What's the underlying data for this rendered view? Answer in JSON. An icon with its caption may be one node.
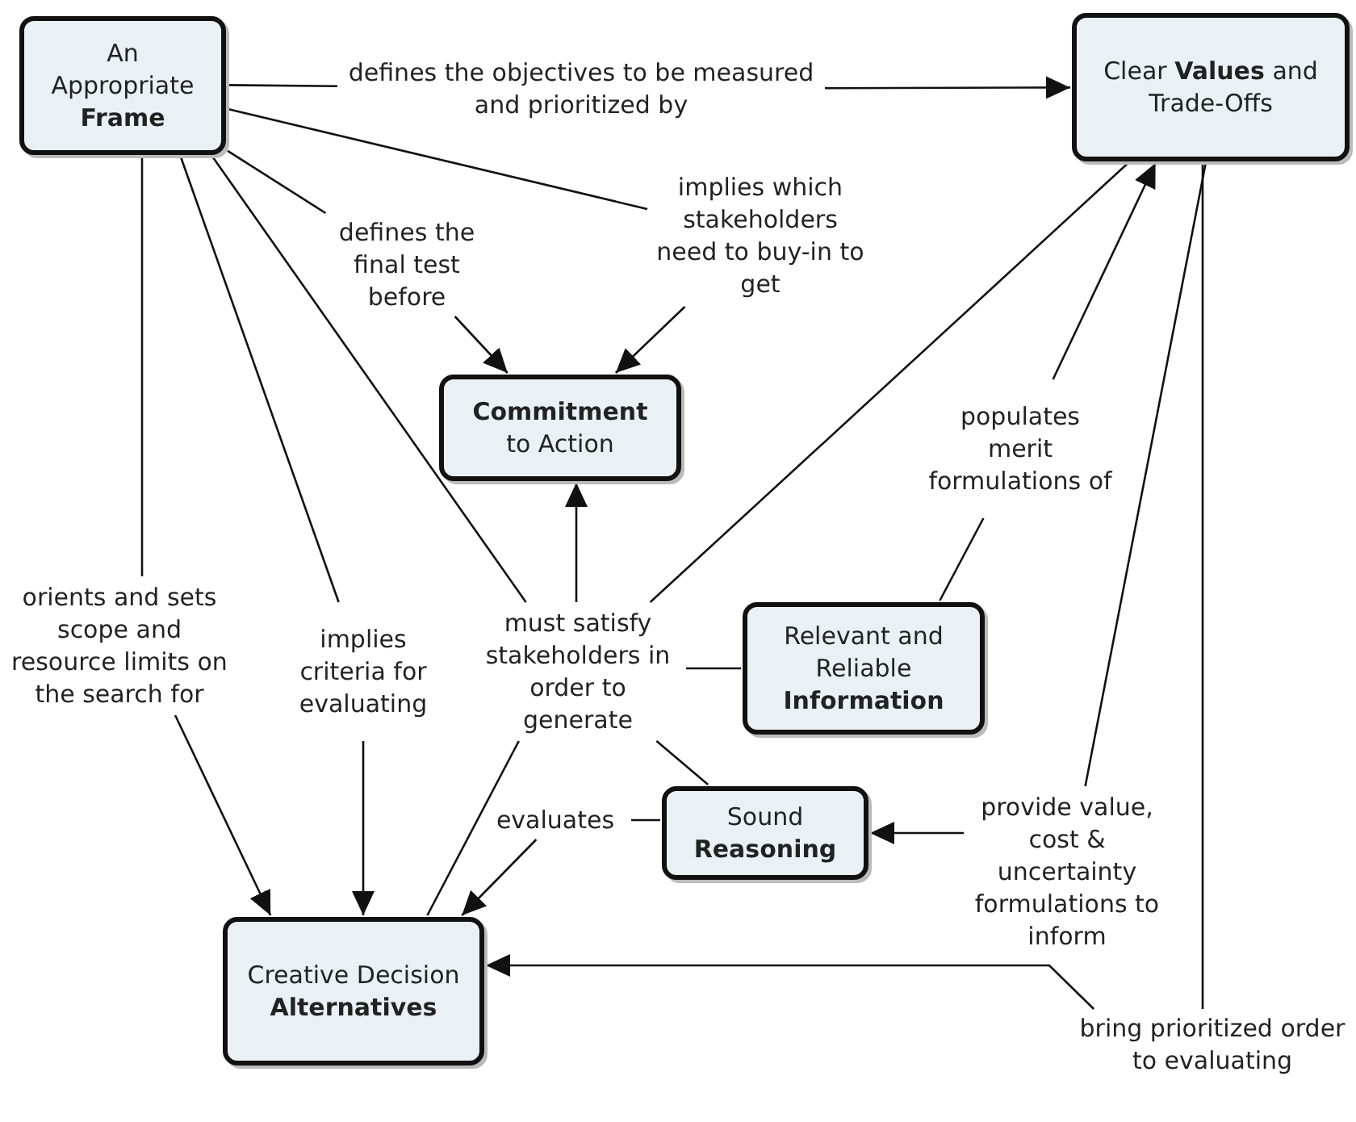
{
  "diagram": {
    "nodes": [
      {
        "text": [
          "An Appropriate **Frame**"
        ]
      },
      {
        "text": [
          "Clear **Values** and Trade-Offs"
        ]
      },
      {
        "text": [
          "**Commitment** to Action"
        ]
      },
      {
        "text": [
          "Relevant and Reliable **Information**"
        ]
      },
      {
        "text": [
          "Sound **Reasoning**"
        ]
      },
      {
        "text": [
          "Creative Decision **Alternatives**"
        ]
      },
      {
        "text": [
          "defines the objectives to be measured and prioritized by"
        ]
      },
      {
        "text": [
          "defines the final test before"
        ]
      },
      {
        "text": [
          "implies which stakeholders need to buy-in to get"
        ]
      },
      {
        "text": [
          "orients and sets scope and resource limits on the search for"
        ]
      },
      {
        "text": [
          "implies criteria for evaluating"
        ]
      },
      {
        "text": [
          "must satisfy stakeholders in order to generate"
        ]
      },
      {
        "text": [
          "populates merit formulations of"
        ]
      },
      {
        "text": [
          "evaluates"
        ]
      },
      {
        "text": [
          "provide value, cost & uncertainty formulations to inform"
        ]
      },
      {
        "text": [
          "bring prioritized order to evaluating"
        ]
      }
    ],
    "edges": [
      {
        "from": 0,
        "to": 6,
        "arrow": "none"
      },
      {
        "from": 6,
        "to": 1,
        "arrow": "to"
      },
      {
        "from": 0,
        "to": 7,
        "arrow": "none"
      },
      {
        "from": 7,
        "to": 2,
        "arrow": "to"
      },
      {
        "from": 0,
        "to": 8,
        "arrow": "none"
      },
      {
        "from": 8,
        "to": 2,
        "arrow": "to"
      },
      {
        "from": 0,
        "to": 9,
        "arrow": "none"
      },
      {
        "from": 9,
        "to": 5,
        "arrow": "to"
      },
      {
        "from": 0,
        "to": 10,
        "arrow": "none"
      },
      {
        "from": 10,
        "to": 5,
        "arrow": "to"
      },
      {
        "from": 0,
        "to": 11,
        "arrow": "none"
      },
      {
        "from": 1,
        "to": 11,
        "arrow": "none"
      },
      {
        "from": 3,
        "to": 11,
        "arrow": "none"
      },
      {
        "from": 4,
        "to": 11,
        "arrow": "none"
      },
      {
        "from": 11,
        "to": 5,
        "arrow": "none"
      },
      {
        "from": 11,
        "to": 2,
        "arrow": "to"
      },
      {
        "from": 3,
        "to": 12,
        "arrow": "none"
      },
      {
        "from": 12,
        "to": 1,
        "arrow": "to"
      },
      {
        "from": 4,
        "to": 13,
        "arrow": "none"
      },
      {
        "from": 13,
        "to": 5,
        "arrow": "to"
      },
      {
        "from": 1,
        "to": 14,
        "arrow": "none"
      },
      {
        "from": 14,
        "to": 4,
        "arrow": "to"
      },
      {
        "from": 1,
        "to": 15,
        "arrow": "none"
      },
      {
        "from": 15,
        "to": 5,
        "arrow": "to"
      }
    ]
  }
}
